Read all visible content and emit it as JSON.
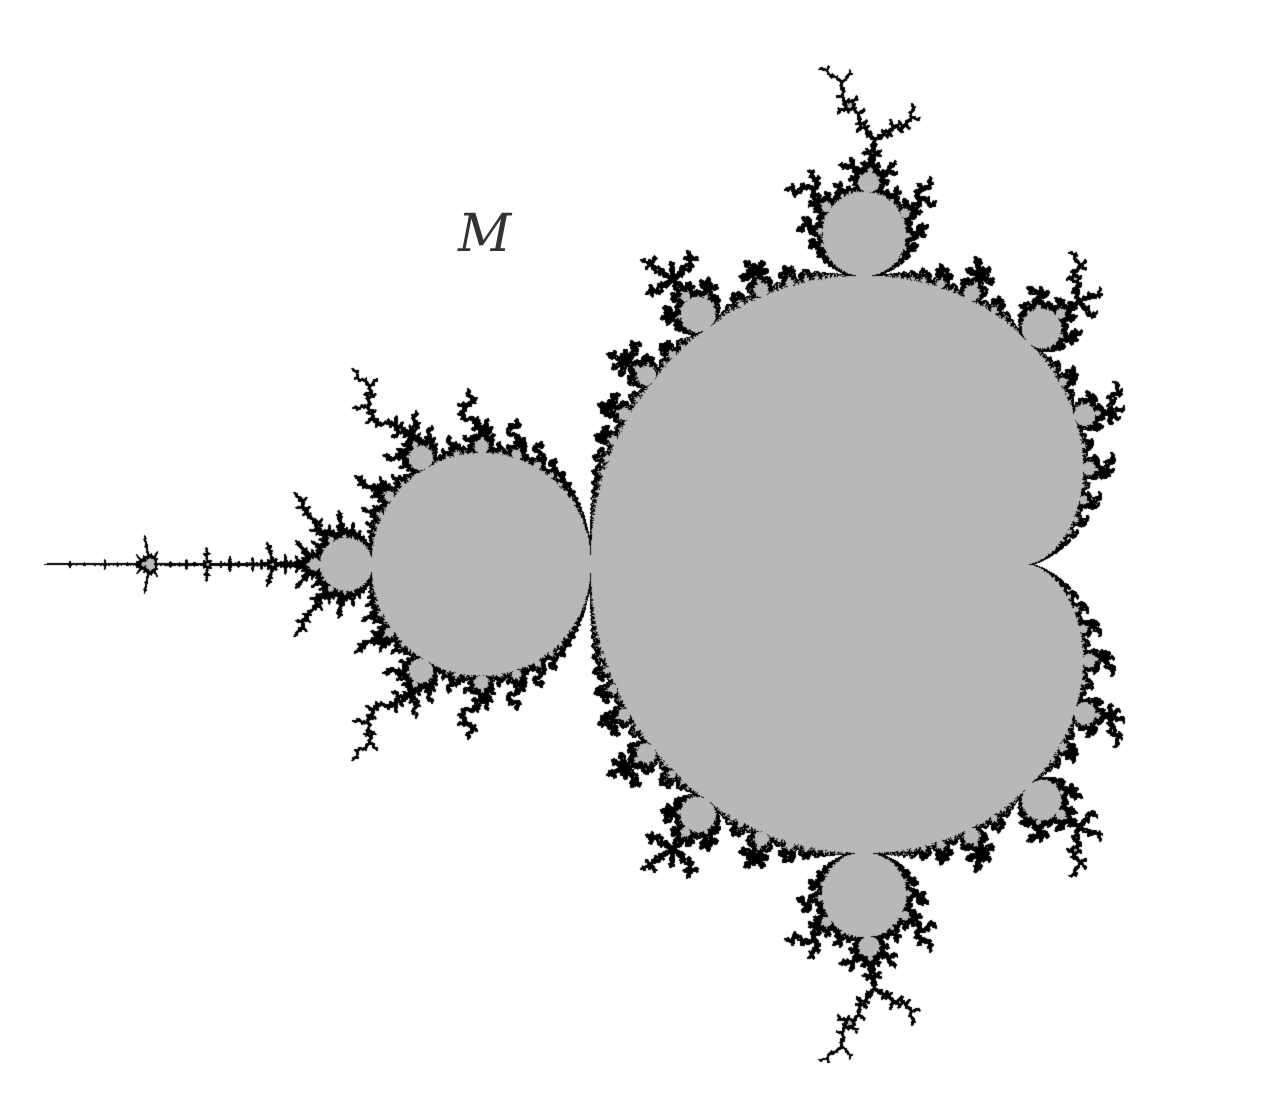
{
  "figure": {
    "label": "M",
    "set_name": "Mandelbrot set",
    "colors": {
      "background": "#ffffff",
      "interior": "#b8b8b8",
      "boundary": "#000000",
      "label": "#333333"
    },
    "complex_window": {
      "re_min": -2.1,
      "re_max": 0.8,
      "im_min": -1.23,
      "im_max": 1.27
    },
    "max_iterations": 200,
    "boundary_threshold": 0.004
  }
}
